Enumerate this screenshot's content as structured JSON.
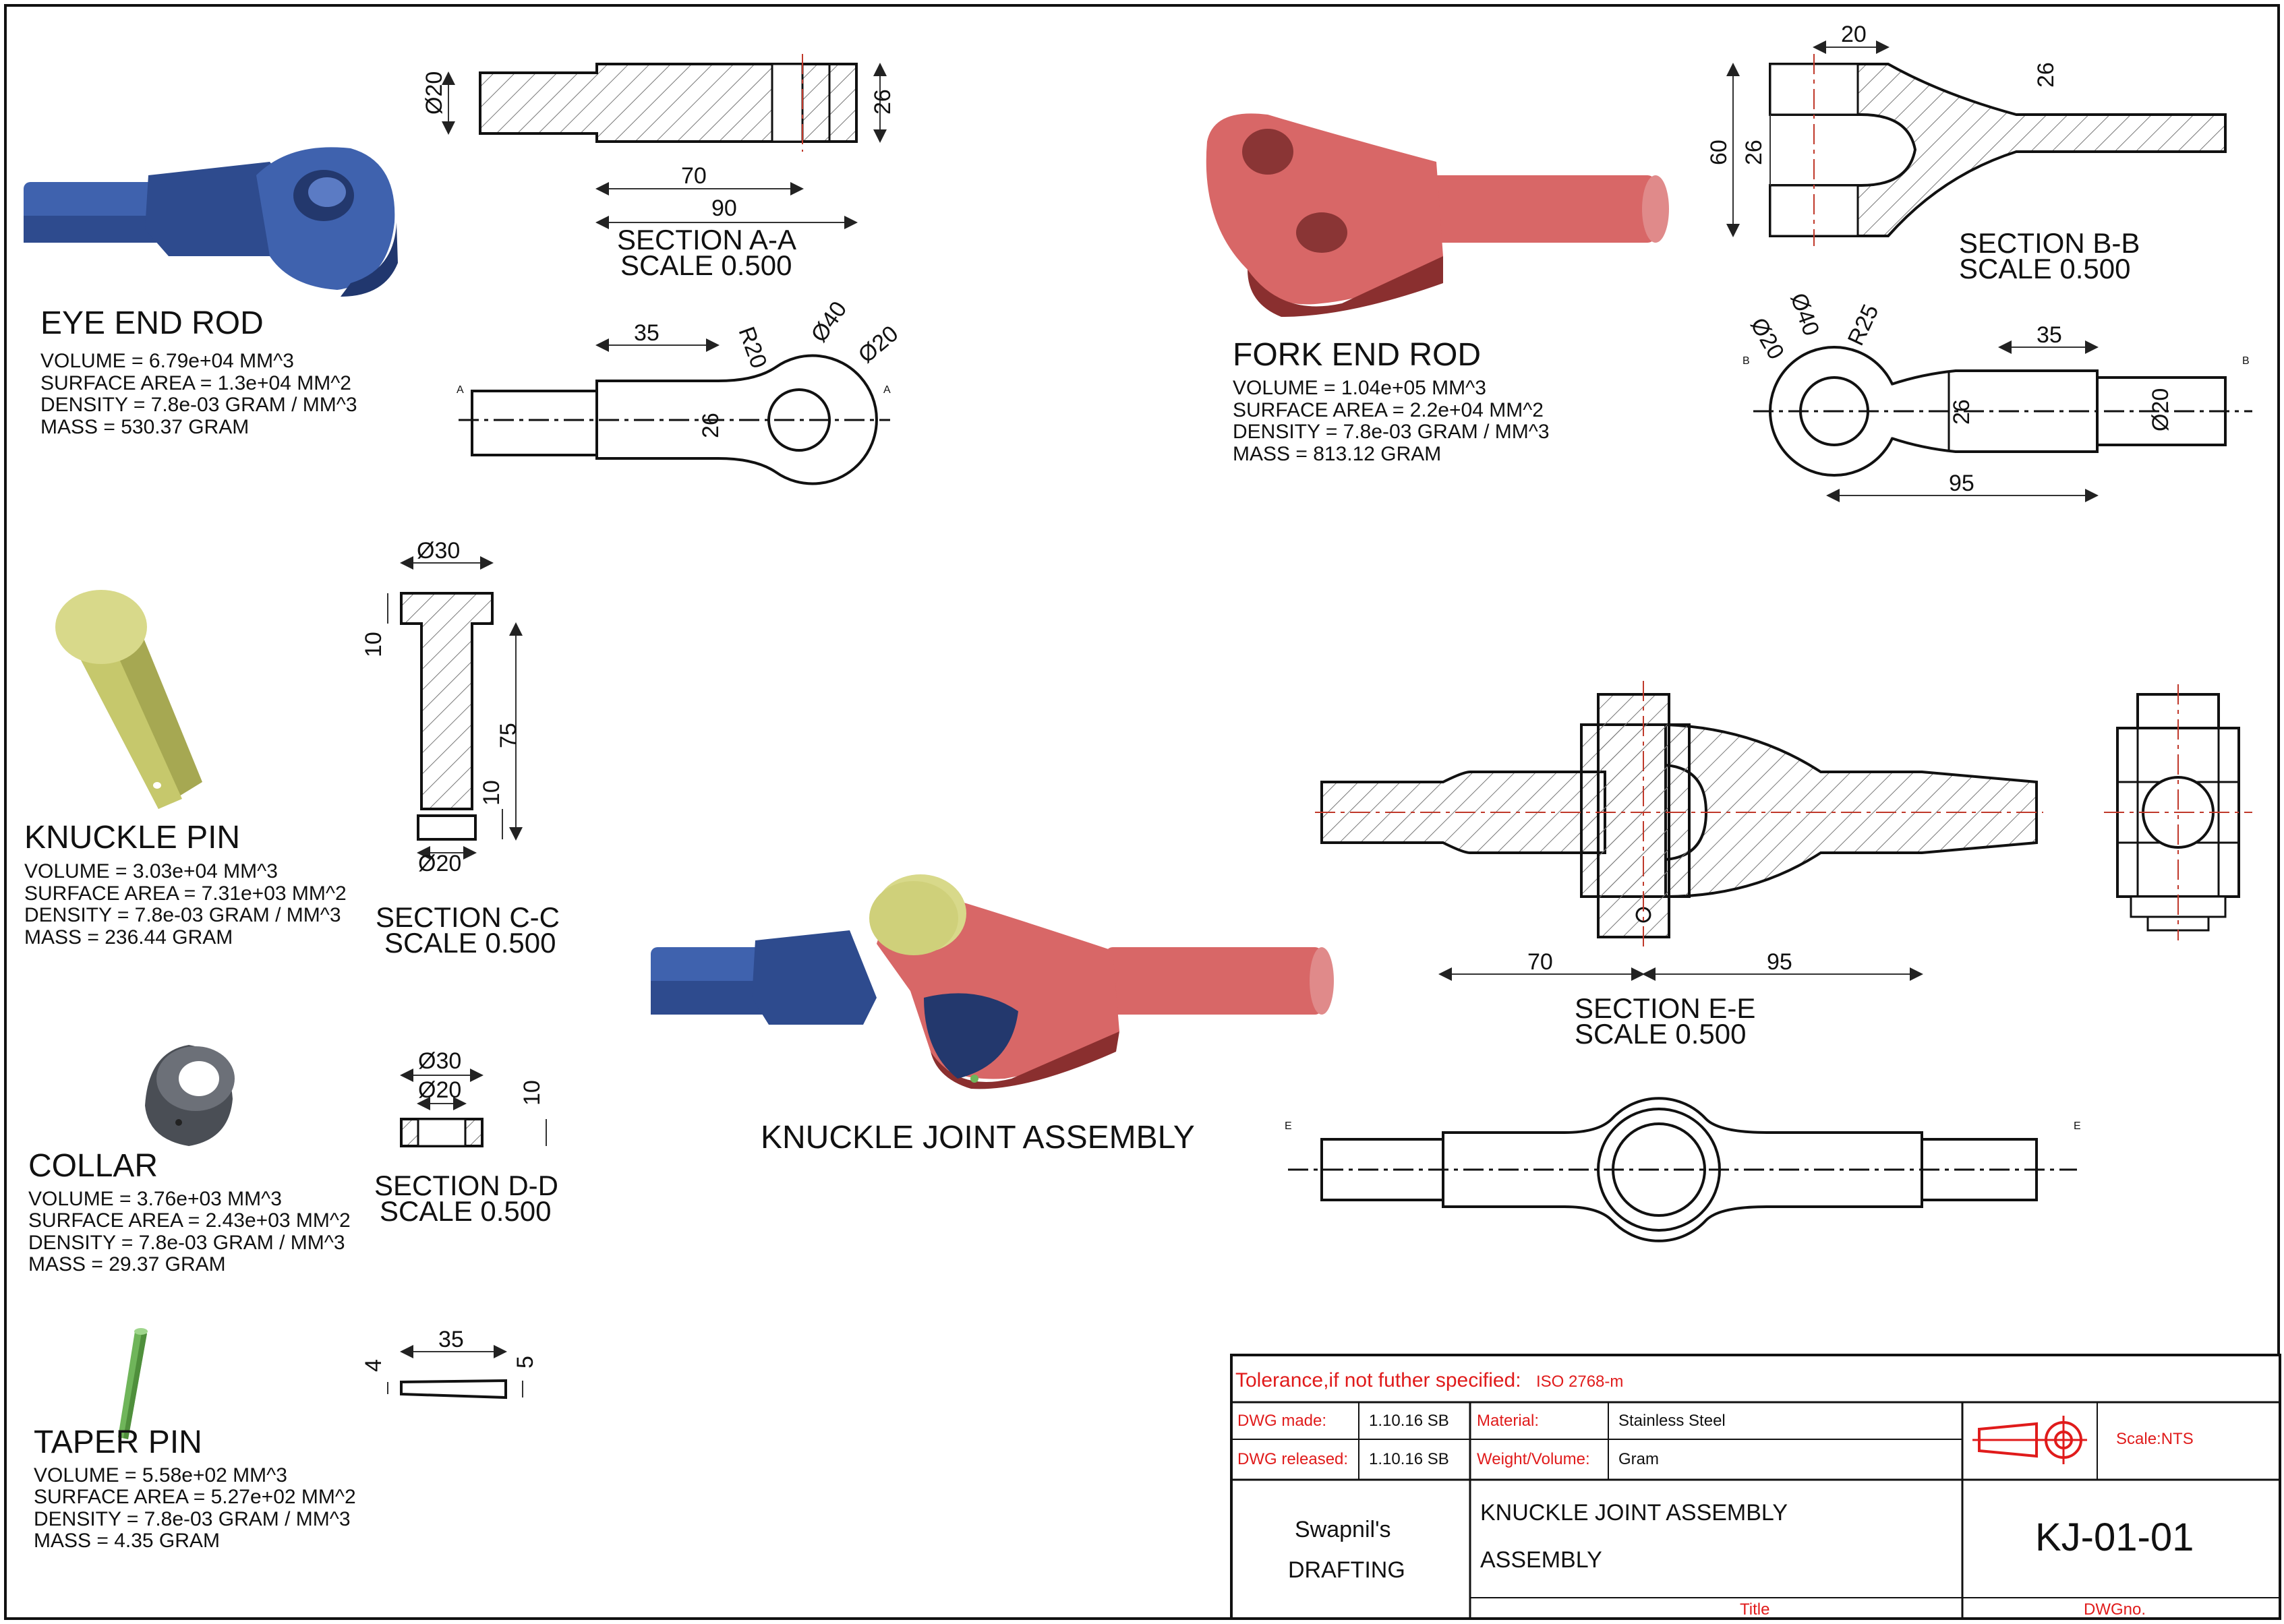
{
  "parts": [
    {
      "name": "EYE END ROD",
      "volume": "VOLUME =  6.79e+04  MM^3",
      "area": "SURFACE AREA =  1.3e+04  MM^2",
      "density": "DENSITY = 7.8e-03 GRAM / MM^3",
      "mass": "MASS =  530.37 GRAM",
      "color": "#3f62ae"
    },
    {
      "name": "FORK END ROD",
      "volume": "VOLUME =  1.04e+05  MM^3",
      "area": "SURFACE AREA =  2.2e+04  MM^2",
      "density": "DENSITY =  7.8e-03 GRAM / MM^3",
      "mass": "MASS =  813.12 GRAM",
      "color": "#d86767"
    },
    {
      "name": "KNUCKLE PIN",
      "volume": "VOLUME =  3.03e+04  MM^3",
      "area": "SURFACE AREA =  7.31e+03  MM^2",
      "density": "DENSITY =  7.8e-03 GRAM / MM^3",
      "mass": "MASS =  236.44 GRAM",
      "color": "#d8d98a"
    },
    {
      "name": "COLLAR",
      "volume": "VOLUME =  3.76e+03  MM^3",
      "area": "SURFACE AREA =  2.43e+03  MM^2",
      "density": "DENSITY =  7.8e-03 GRAM / MM^3",
      "mass": "MASS =  29.37 GRAM",
      "color": "#5c6068"
    },
    {
      "name": "TAPER PIN",
      "volume": "VOLUME =  5.58e+02  MM^3",
      "area": "SURFACE AREA =  5.27e+02  MM^2",
      "density": "DENSITY =  7.8e-03 GRAM / MM^3",
      "mass": "MASS =  4.35 GRAM",
      "color": "#6fb55a"
    }
  ],
  "sections": {
    "aa": {
      "title": "SECTION  A-A",
      "scale": "SCALE  0.500"
    },
    "bb": {
      "title": "SECTION  B-B",
      "scale": "SCALE  0.500"
    },
    "cc": {
      "title": "SECTION  C-C",
      "scale": "SCALE  0.500"
    },
    "dd": {
      "title": "SECTION  D-D",
      "scale": "SCALE  0.500"
    },
    "ee": {
      "title": "SECTION  E-E",
      "scale": "SCALE  0.500"
    }
  },
  "section_markers": {
    "a": "A",
    "b": "B",
    "e": "E"
  },
  "dims": {
    "aa": {
      "d20": "Ø20",
      "h26": "26",
      "l70": "70",
      "l90": "90"
    },
    "eye": {
      "l35": "35",
      "r20": "R20",
      "d40": "Ø40",
      "d20": "Ø20",
      "h26": "26"
    },
    "bb": {
      "w20": "20",
      "h26r": "26",
      "h60": "60",
      "h26": "26"
    },
    "fork": {
      "d20": "Ø20",
      "d40": "Ø40",
      "r25": "R25",
      "l35": "35",
      "h26": "26",
      "d20b": "Ø20",
      "l95": "95"
    },
    "cc": {
      "d30": "Ø30",
      "h10": "10",
      "l75": "75",
      "h10b": "10",
      "d20": "Ø20"
    },
    "dd": {
      "d30": "Ø30",
      "d20": "Ø20",
      "h10": "10"
    },
    "taper": {
      "h4": "4",
      "l35": "35",
      "h5": "5"
    },
    "ee": {
      "l70": "70",
      "l95": "95"
    }
  },
  "assembly_title": "KNUCKLE JOINT ASSEMBLY",
  "title_block": {
    "tolerance": "Tolerance,if not futher specified:",
    "tolerance_std": "ISO 2768-m",
    "dwg_made_label": "DWG made:",
    "dwg_made_value": "1.10.16 SB",
    "dwg_released_label": "DWG released:",
    "dwg_released_value": "1.10.16 SB",
    "material_label": "Material:",
    "material_value": "Stainless Steel",
    "weight_label": "Weight/Volume:",
    "weight_value": "Gram",
    "scale": "Scale:NTS",
    "company_line1": "Swapnil's",
    "company_line2": "DRAFTING",
    "title_line1": "KNUCKLE JOINT ASSEMBLY",
    "title_line2": "ASSEMBLY",
    "title_caption": "Title",
    "dwg_no": "KJ-01-01",
    "dwg_no_caption": "DWGno."
  },
  "colors": {
    "annotation_red": "#e01b1b",
    "centerline": "#c0392b"
  }
}
